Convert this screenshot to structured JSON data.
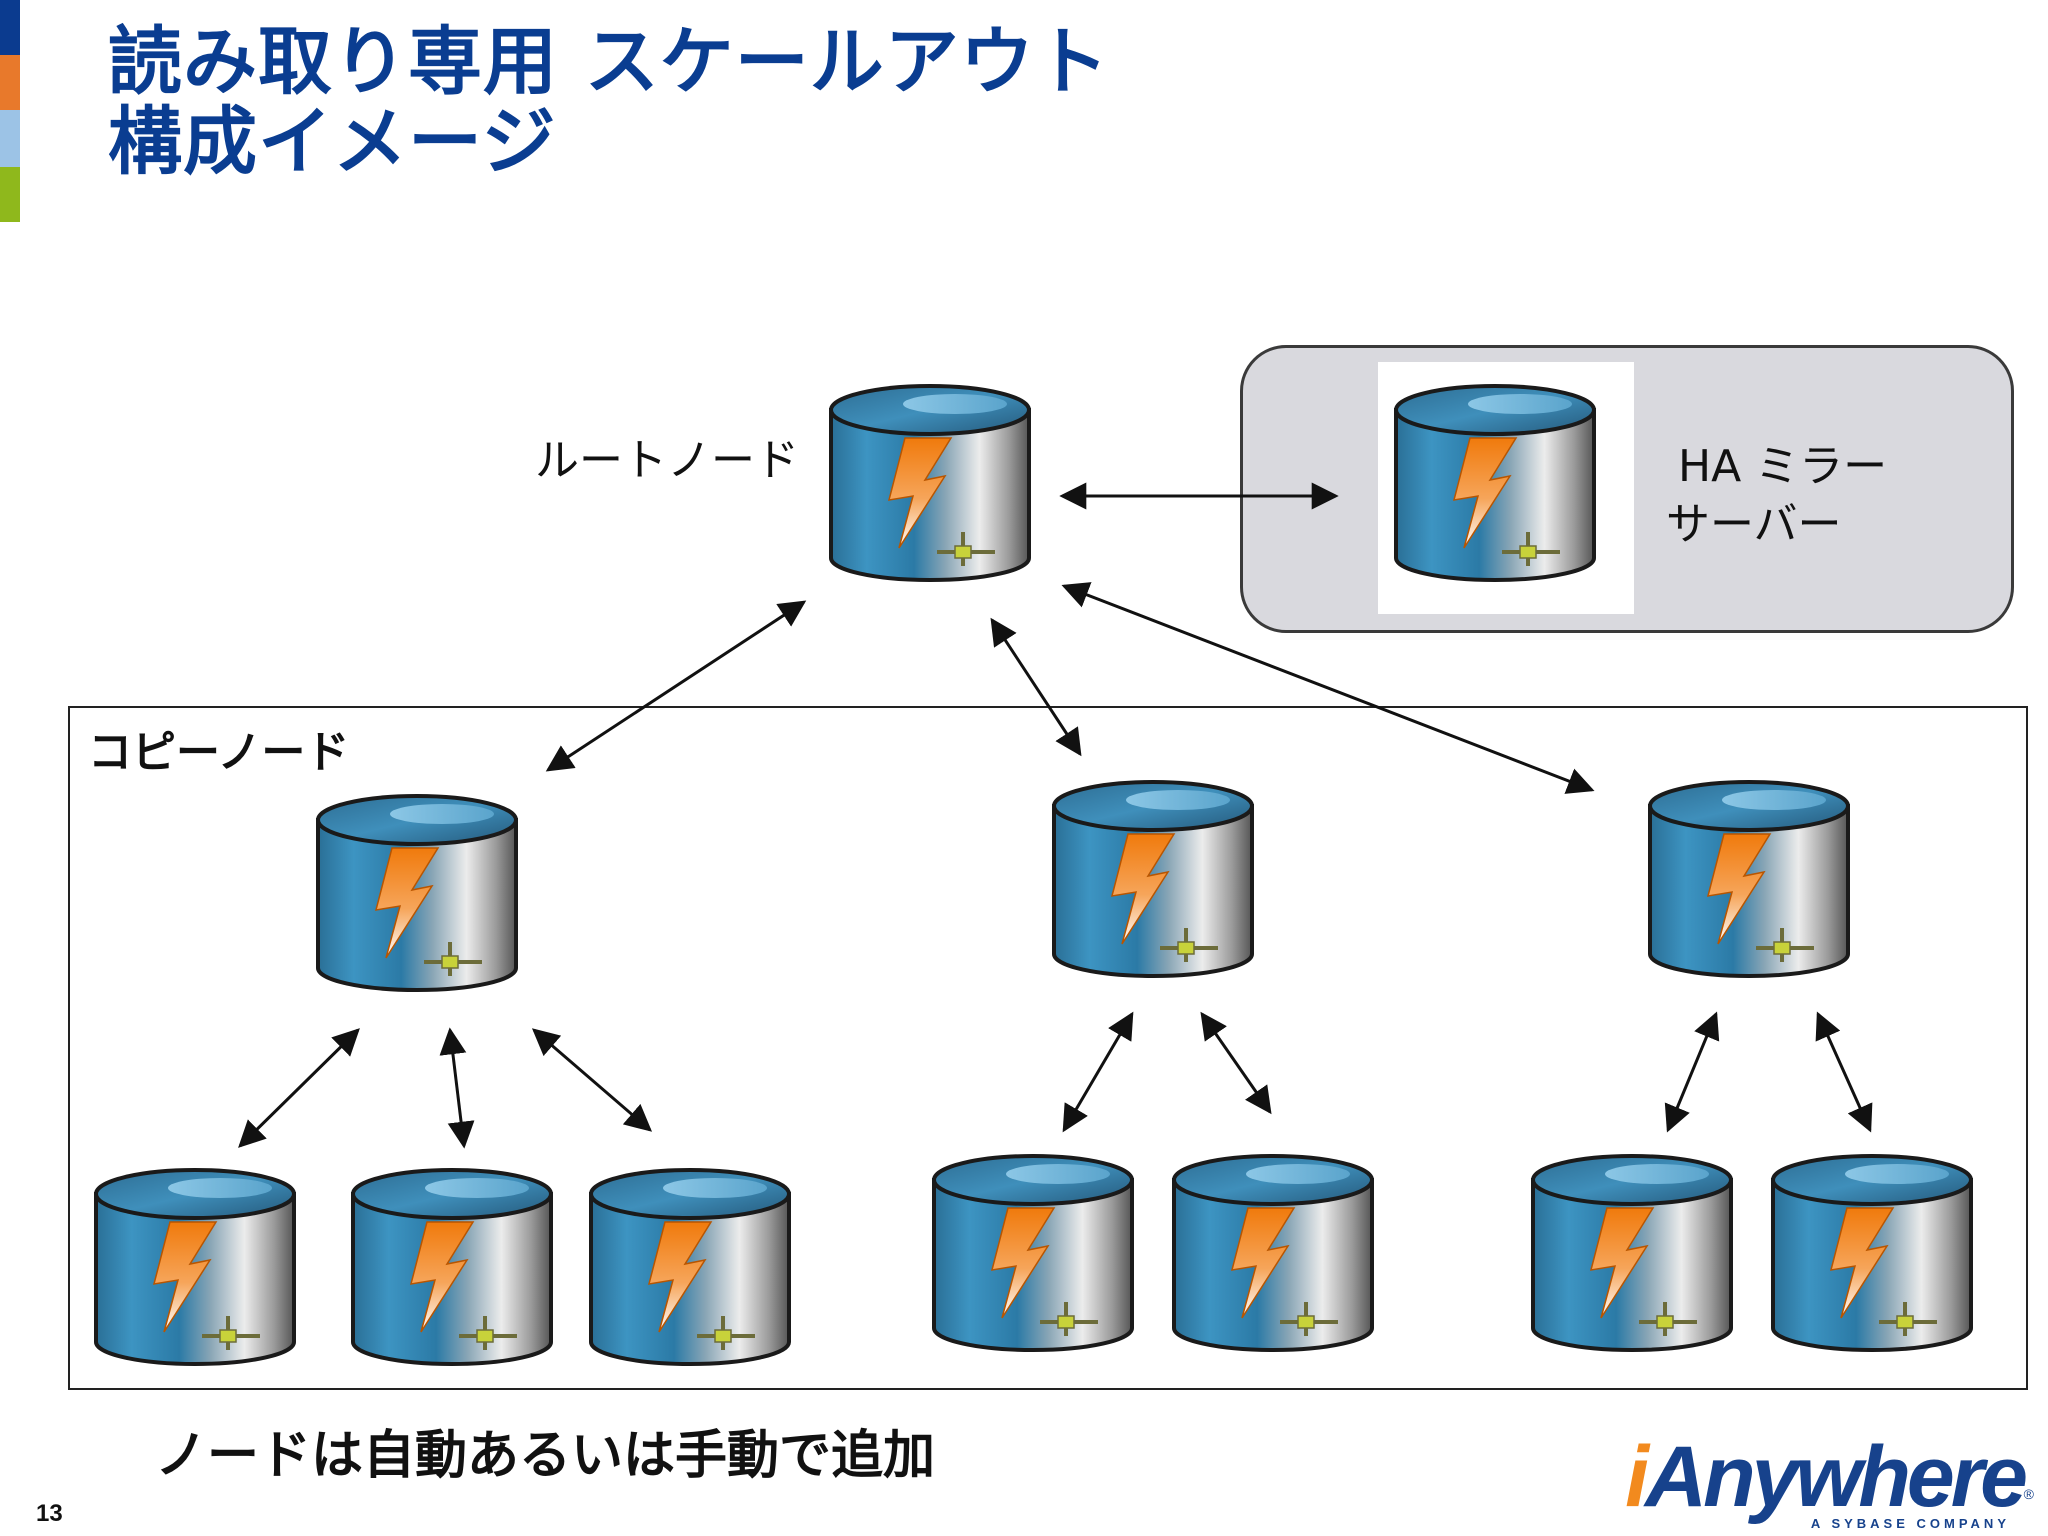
{
  "title": {
    "line1": "読み取り専用 スケールアウト",
    "line2": "構成イメージ"
  },
  "accent_colors": [
    "#0b3b8f",
    "#e8792b",
    "#9cc3e6",
    "#8fb81c"
  ],
  "labels": {
    "root_node": "ルートノード",
    "ha_mirror_line1": "HA ミラー",
    "ha_mirror_line2": "サーバー",
    "copy_nodes": "コピーノード",
    "footer_caption": "ノードは自動あるいは手動で追加"
  },
  "page_number": "13",
  "logo": {
    "i": "i",
    "word": "Anywhere",
    "registered": "®",
    "tagline": "A SYBASE COMPANY"
  },
  "icons": {
    "database": "database-cylinder-icon",
    "bolt": "lightning-bolt-icon",
    "network": "network-connector-icon"
  },
  "colors": {
    "title": "#0a3d91",
    "cylinder_blue": "#2f86b4",
    "cylinder_silver": "#e8e8e8",
    "bolt_orange": "#f07e12",
    "connector_yellow": "#c8d23a"
  }
}
